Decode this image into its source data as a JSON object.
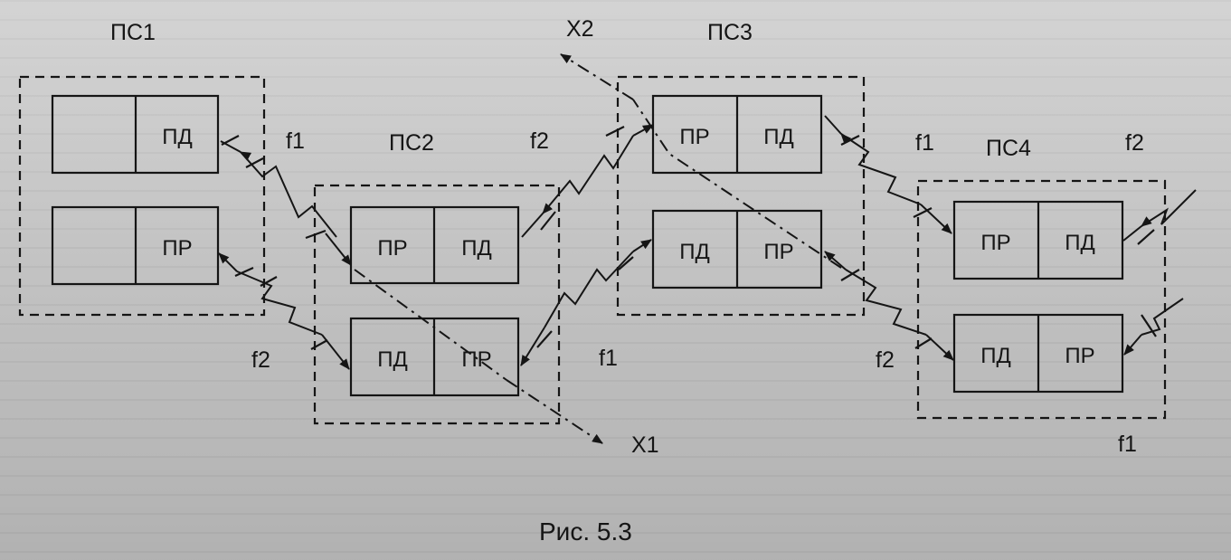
{
  "stations": [
    {
      "label": "ПС1",
      "cells": [
        [
          "",
          "ПД"
        ],
        [
          "",
          "ПР"
        ]
      ]
    },
    {
      "label": "ПС2",
      "cells": [
        [
          "ПР",
          "ПД"
        ],
        [
          "ПД",
          "ПР"
        ]
      ]
    },
    {
      "label": "ПС3",
      "cells": [
        [
          "ПР",
          "ПД"
        ],
        [
          "ПД",
          "ПР"
        ]
      ]
    },
    {
      "label": "ПС4",
      "cells": [
        [
          "ПР",
          "ПД"
        ],
        [
          "ПД",
          "ПР"
        ]
      ]
    }
  ],
  "frequencies": {
    "ps1_ps2_upper": "f1",
    "ps1_ps2_lower": "f2",
    "ps2_ps3_upper": "f2",
    "ps2_ps3_lower": "f1",
    "ps3_ps4_upper": "f1",
    "ps3_ps4_lower": "f2",
    "ps4_out_upper": "f2",
    "ps4_out_lower": "f1"
  },
  "interference": {
    "x1": "X1",
    "x2": "X2"
  },
  "caption": "Рис. 5.3"
}
